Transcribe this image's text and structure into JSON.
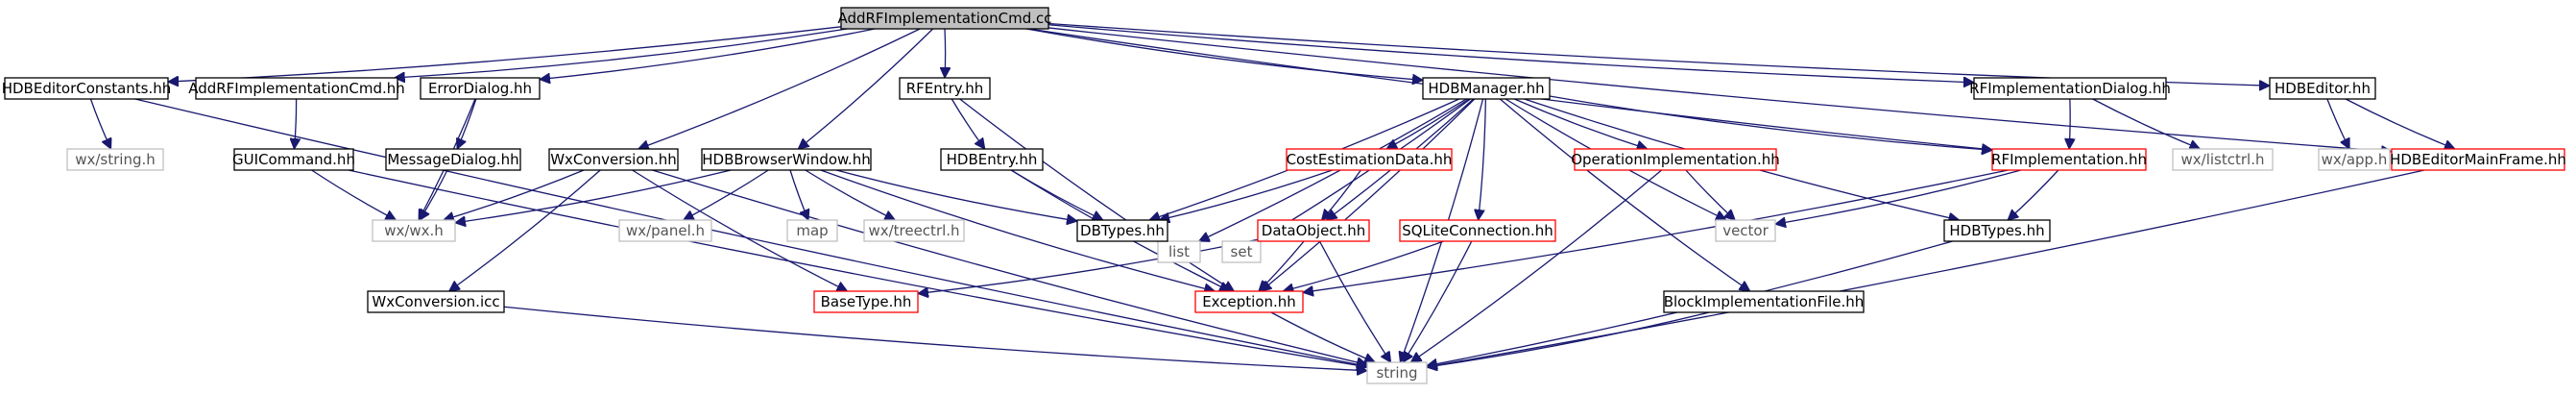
{
  "graph": {
    "title": "AddRFImplementationCmd.cc",
    "colors": {
      "edge": "#191970",
      "root_fill": "#bfbfbf",
      "black_border": "#000000",
      "red_border": "#ff0000",
      "gray_border": "#bfbfbf",
      "text": "#000000",
      "gray_text": "#555555"
    },
    "nodes": [
      {
        "id": "root",
        "label": "AddRFImplementationCmd.cc",
        "style": "root"
      },
      {
        "id": "hdbeditorconstants",
        "label": "HDBEditorConstants.hh",
        "style": "black"
      },
      {
        "id": "addrfimplcmd_hh",
        "label": "AddRFImplementationCmd.hh",
        "style": "black"
      },
      {
        "id": "errordialog",
        "label": "ErrorDialog.hh",
        "style": "black"
      },
      {
        "id": "rfentry",
        "label": "RFEntry.hh",
        "style": "black"
      },
      {
        "id": "hdbmanager",
        "label": "HDBManager.hh",
        "style": "black"
      },
      {
        "id": "rfimpldialog",
        "label": "RFImplementationDialog.hh",
        "style": "black"
      },
      {
        "id": "hdbeditor",
        "label": "HDBEditor.hh",
        "style": "black"
      },
      {
        "id": "wxstring",
        "label": "wx/string.h",
        "style": "gray"
      },
      {
        "id": "guicommand",
        "label": "GUICommand.hh",
        "style": "black"
      },
      {
        "id": "messagedialog",
        "label": "MessageDialog.hh",
        "style": "black"
      },
      {
        "id": "wxconversion",
        "label": "WxConversion.hh",
        "style": "black"
      },
      {
        "id": "hdbbrowserwindow",
        "label": "HDBBrowserWindow.hh",
        "style": "black"
      },
      {
        "id": "hdbentry",
        "label": "HDBEntry.hh",
        "style": "black"
      },
      {
        "id": "list",
        "label": "list",
        "style": "gray"
      },
      {
        "id": "set",
        "label": "set",
        "style": "gray"
      },
      {
        "id": "costestimation",
        "label": "CostEstimationData.hh",
        "style": "red"
      },
      {
        "id": "operationimpl",
        "label": "OperationImplementation.hh",
        "style": "red"
      },
      {
        "id": "rfimplementation",
        "label": "RFImplementation.hh",
        "style": "red"
      },
      {
        "id": "wxlistctrl",
        "label": "wx/listctrl.h",
        "style": "gray"
      },
      {
        "id": "wxapp",
        "label": "wx/app.h",
        "style": "gray"
      },
      {
        "id": "hdbeditormainframe",
        "label": "HDBEditorMainFrame.hh",
        "style": "red"
      },
      {
        "id": "wxwx",
        "label": "wx/wx.h",
        "style": "gray"
      },
      {
        "id": "wxpanel",
        "label": "wx/panel.h",
        "style": "gray"
      },
      {
        "id": "map",
        "label": "map",
        "style": "gray"
      },
      {
        "id": "wxtreectrl",
        "label": "wx/treectrl.h",
        "style": "gray"
      },
      {
        "id": "dbtypes",
        "label": "DBTypes.hh",
        "style": "black"
      },
      {
        "id": "dataobject",
        "label": "DataObject.hh",
        "style": "red"
      },
      {
        "id": "sqliteconnection",
        "label": "SQLiteConnection.hh",
        "style": "red"
      },
      {
        "id": "vector",
        "label": "vector",
        "style": "gray"
      },
      {
        "id": "hdbtypes",
        "label": "HDBTypes.hh",
        "style": "black"
      },
      {
        "id": "wxconversion_icc",
        "label": "WxConversion.icc",
        "style": "black"
      },
      {
        "id": "basetype",
        "label": "BaseType.hh",
        "style": "red"
      },
      {
        "id": "exception",
        "label": "Exception.hh",
        "style": "red"
      },
      {
        "id": "blockimplfile",
        "label": "BlockImplementationFile.hh",
        "style": "black"
      },
      {
        "id": "string",
        "label": "string",
        "style": "gray"
      }
    ],
    "edges": [
      [
        "root",
        "hdbeditorconstants"
      ],
      [
        "root",
        "addrfimplcmd_hh"
      ],
      [
        "root",
        "errordialog"
      ],
      [
        "root",
        "wxconversion"
      ],
      [
        "root",
        "hdbbrowserwindow"
      ],
      [
        "root",
        "rfentry"
      ],
      [
        "root",
        "hdbmanager"
      ],
      [
        "root",
        "rfimplementation"
      ],
      [
        "root",
        "rfimpldialog"
      ],
      [
        "root",
        "hdbeditor"
      ],
      [
        "root",
        "hdbeditormainframe"
      ],
      [
        "hdbeditorconstants",
        "wxstring"
      ],
      [
        "hdbeditorconstants",
        "string"
      ],
      [
        "addrfimplcmd_hh",
        "guicommand"
      ],
      [
        "guicommand",
        "wxwx"
      ],
      [
        "guicommand",
        "string"
      ],
      [
        "errordialog",
        "messagedialog"
      ],
      [
        "errordialog",
        "wxwx"
      ],
      [
        "messagedialog",
        "wxwx"
      ],
      [
        "wxconversion",
        "wxwx"
      ],
      [
        "wxconversion",
        "wxconversion_icc"
      ],
      [
        "wxconversion",
        "string"
      ],
      [
        "wxconversion",
        "basetype"
      ],
      [
        "wxconversion_icc",
        "string"
      ],
      [
        "hdbbrowserwindow",
        "wxwx"
      ],
      [
        "hdbbrowserwindow",
        "wxpanel"
      ],
      [
        "hdbbrowserwindow",
        "map"
      ],
      [
        "hdbbrowserwindow",
        "wxtreectrl"
      ],
      [
        "hdbbrowserwindow",
        "dbtypes"
      ],
      [
        "hdbbrowserwindow",
        "exception"
      ],
      [
        "rfentry",
        "hdbentry"
      ],
      [
        "rfentry",
        "exception"
      ],
      [
        "hdbentry",
        "dbtypes"
      ],
      [
        "hdbentry",
        "exception"
      ],
      [
        "hdbmanager",
        "list"
      ],
      [
        "hdbmanager",
        "set"
      ],
      [
        "hdbmanager",
        "costestimation"
      ],
      [
        "hdbmanager",
        "operationimpl"
      ],
      [
        "hdbmanager",
        "rfimplementation"
      ],
      [
        "hdbmanager",
        "dbtypes"
      ],
      [
        "hdbmanager",
        "dataobject"
      ],
      [
        "hdbmanager",
        "sqliteconnection"
      ],
      [
        "hdbmanager",
        "vector"
      ],
      [
        "hdbmanager",
        "hdbtypes"
      ],
      [
        "hdbmanager",
        "exception"
      ],
      [
        "hdbmanager",
        "blockimplfile"
      ],
      [
        "hdbmanager",
        "string"
      ],
      [
        "costestimation",
        "dataobject"
      ],
      [
        "costestimation",
        "dbtypes"
      ],
      [
        "dataobject",
        "exception"
      ],
      [
        "dataobject",
        "basetype"
      ],
      [
        "dataobject",
        "string"
      ],
      [
        "sqliteconnection",
        "exception"
      ],
      [
        "sqliteconnection",
        "string"
      ],
      [
        "operationimpl",
        "vector"
      ],
      [
        "operationimpl",
        "string"
      ],
      [
        "rfimplementation",
        "vector"
      ],
      [
        "rfimplementation",
        "hdbtypes"
      ],
      [
        "rfimplementation",
        "exception"
      ],
      [
        "rfimpldialog",
        "rfimplementation"
      ],
      [
        "rfimpldialog",
        "wxlistctrl"
      ],
      [
        "hdbeditor",
        "wxapp"
      ],
      [
        "hdbeditor",
        "hdbeditormainframe"
      ],
      [
        "hdbeditormainframe",
        "string"
      ],
      [
        "hdbtypes",
        "string"
      ],
      [
        "exception",
        "string"
      ],
      [
        "blockimplfile",
        "string"
      ]
    ]
  }
}
